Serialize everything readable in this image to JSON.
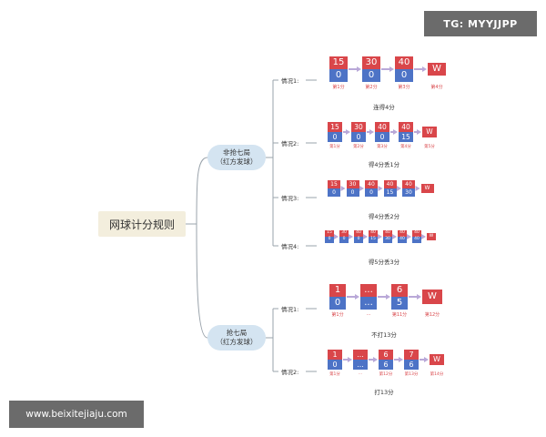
{
  "root": {
    "label": "网球计分规则"
  },
  "branches": [
    {
      "line1": "非抢七局",
      "line2": "（红方发球）"
    },
    {
      "line1": "抢七局",
      "line2": "（红方发球）"
    }
  ],
  "cases": [
    {
      "label": "情况1:",
      "caption": "连得4分",
      "steps": [
        {
          "top": "15",
          "bottom": "0",
          "below": "第1分"
        },
        {
          "top": "30",
          "bottom": "0",
          "below": "第2分"
        },
        {
          "top": "40",
          "bottom": "0",
          "below": "第3分"
        }
      ],
      "win": {
        "text": "W",
        "below": "第4分"
      }
    },
    {
      "label": "情况2:",
      "caption": "得4分丢1分",
      "steps": [
        {
          "top": "15",
          "bottom": "0",
          "below": "第1分"
        },
        {
          "top": "30",
          "bottom": "0",
          "below": "第2分"
        },
        {
          "top": "40",
          "bottom": "0",
          "below": "第3分"
        },
        {
          "top": "40",
          "bottom": "15",
          "below": "第4分"
        }
      ],
      "win": {
        "text": "W",
        "below": "第5分"
      }
    },
    {
      "label": "情况3:",
      "caption": "得4分丢2分",
      "steps": [
        {
          "top": "15",
          "bottom": "0",
          "below": ""
        },
        {
          "top": "30",
          "bottom": "0",
          "below": ""
        },
        {
          "top": "40",
          "bottom": "0",
          "below": ""
        },
        {
          "top": "40",
          "bottom": "15",
          "below": ""
        },
        {
          "top": "40",
          "bottom": "30",
          "below": ""
        }
      ],
      "win": {
        "text": "W",
        "below": ""
      }
    },
    {
      "label": "情况4:",
      "caption": "得5分丢3分",
      "steps": [
        {
          "top": "15",
          "bottom": "0",
          "below": ""
        },
        {
          "top": "30",
          "bottom": "0",
          "below": ""
        },
        {
          "top": "40",
          "bottom": "0",
          "below": ""
        },
        {
          "top": "40",
          "bottom": "15",
          "below": ""
        },
        {
          "top": "40",
          "bottom": "30",
          "below": ""
        },
        {
          "top": "40",
          "bottom": "40",
          "below": ""
        },
        {
          "top": "40",
          "bottom": "40",
          "below": ""
        }
      ],
      "win": {
        "text": "W",
        "below": ""
      }
    },
    {
      "label": "情况1:",
      "caption": "不打13分",
      "steps": [
        {
          "top": "1",
          "bottom": "0",
          "below": "第1分"
        },
        {
          "top": "...",
          "bottom": "...",
          "below": "..."
        },
        {
          "top": "6",
          "bottom": "5",
          "below": "第11分"
        }
      ],
      "win": {
        "text": "W",
        "below": "第12分"
      }
    },
    {
      "label": "情况2:",
      "caption": "打13分",
      "steps": [
        {
          "top": "1",
          "bottom": "0",
          "below": "第1分"
        },
        {
          "top": "...",
          "bottom": "...",
          "below": "..."
        },
        {
          "top": "6",
          "bottom": "6",
          "below": "第12分"
        },
        {
          "top": "7",
          "bottom": "6",
          "below": "第13分"
        }
      ],
      "win": {
        "text": "W",
        "below": "第14分"
      }
    }
  ],
  "watermarks": {
    "top_right": "TG: MYYJJPP",
    "bottom_left": "www.beixitejiaju.com"
  },
  "colors": {
    "red": "#d9464a",
    "blue": "#4d73c6",
    "arrow": "#b9a8d8",
    "line": "#9aa3ab",
    "pill": "#d4e4f1",
    "root": "#f3eedd"
  }
}
